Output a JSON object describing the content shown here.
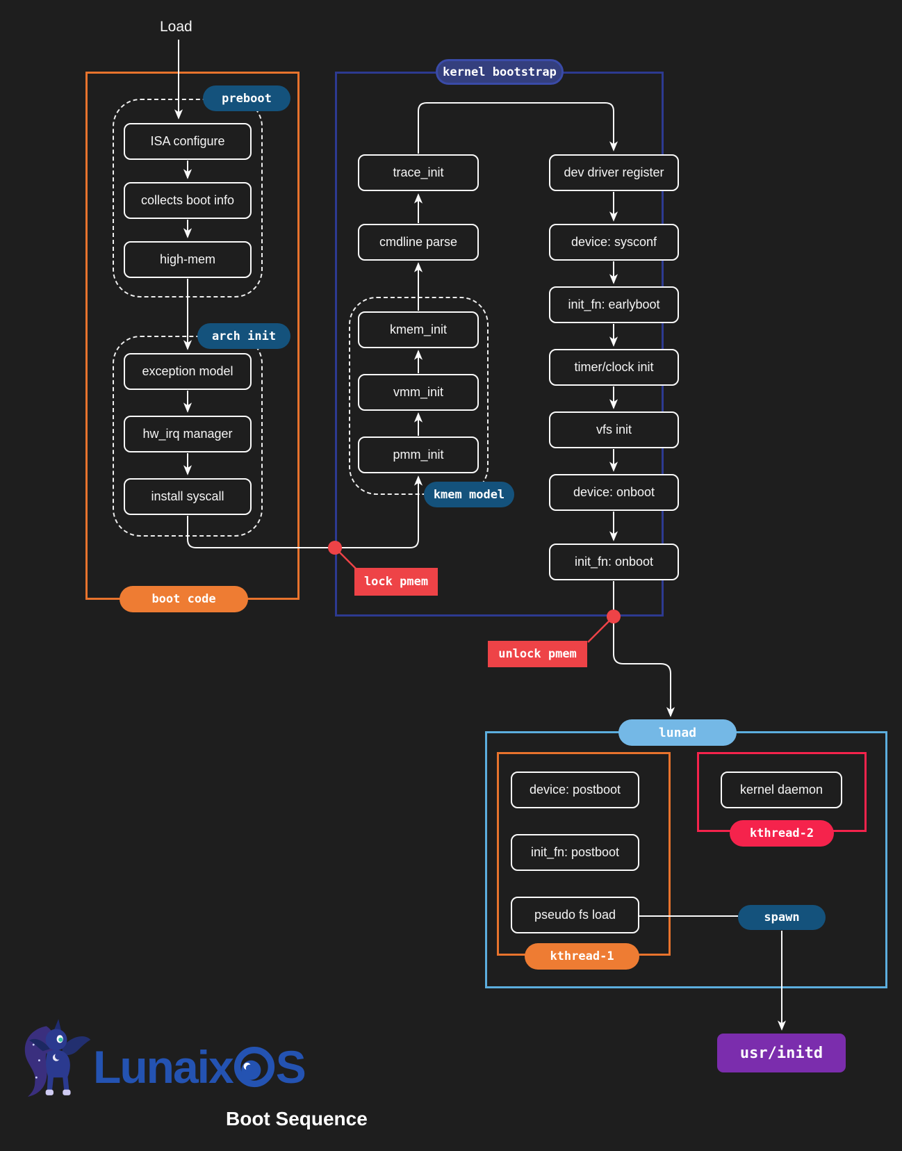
{
  "page": {
    "load_label": "Load",
    "title": "Boot Sequence"
  },
  "logo": {
    "word_prefix": "Lunaix",
    "word_suffix": "S",
    "mascot": "luna-pony"
  },
  "boot_code": {
    "label": "boot code",
    "preboot": {
      "label": "preboot",
      "nodes": [
        "ISA configure",
        "collects boot info",
        "high-mem"
      ]
    },
    "arch_init": {
      "label": "arch init",
      "nodes": [
        "exception model",
        "hw_irq manager",
        "install syscall"
      ]
    }
  },
  "kernel_bootstrap": {
    "label": "kernel bootstrap",
    "trace_chain": [
      "trace_init",
      "cmdline parse"
    ],
    "kmem_model": {
      "label": "kmem model",
      "nodes": [
        "kmem_init",
        "vmm_init",
        "pmm_init"
      ]
    },
    "device_chain": [
      "dev driver register",
      "device: sysconf",
      "init_fn: earlyboot",
      "timer/clock init",
      "vfs init",
      "device: onboot",
      "init_fn: onboot"
    ]
  },
  "annotations": {
    "lock_pmem": "lock pmem",
    "unlock_pmem": "unlock pmem"
  },
  "lunad": {
    "label": "lunad",
    "spawn_label": "spawn",
    "kthread1": {
      "label": "kthread-1",
      "nodes": [
        "device: postboot",
        "init_fn: postboot",
        "pseudo fs load"
      ]
    },
    "kthread2": {
      "label": "kthread-2",
      "nodes": [
        "kernel daemon"
      ]
    }
  },
  "usr_initd": {
    "label": "usr/initd"
  },
  "colors": {
    "background": "#1e1e1e",
    "wire": "#fafafa",
    "orange": "#e8732d",
    "orange_pill": "#ee7c33",
    "navy_border": "#2d3a91",
    "navy_pill": "#343f7e",
    "deep_blue_pill": "#14527c",
    "red_annotation": "#ee4347",
    "crimson": "#f5234c",
    "light_blue_border": "#5caede",
    "light_blue_pill": "#74b8e6",
    "purple": "#7b2dad",
    "logo_blue": "#2453b2"
  }
}
